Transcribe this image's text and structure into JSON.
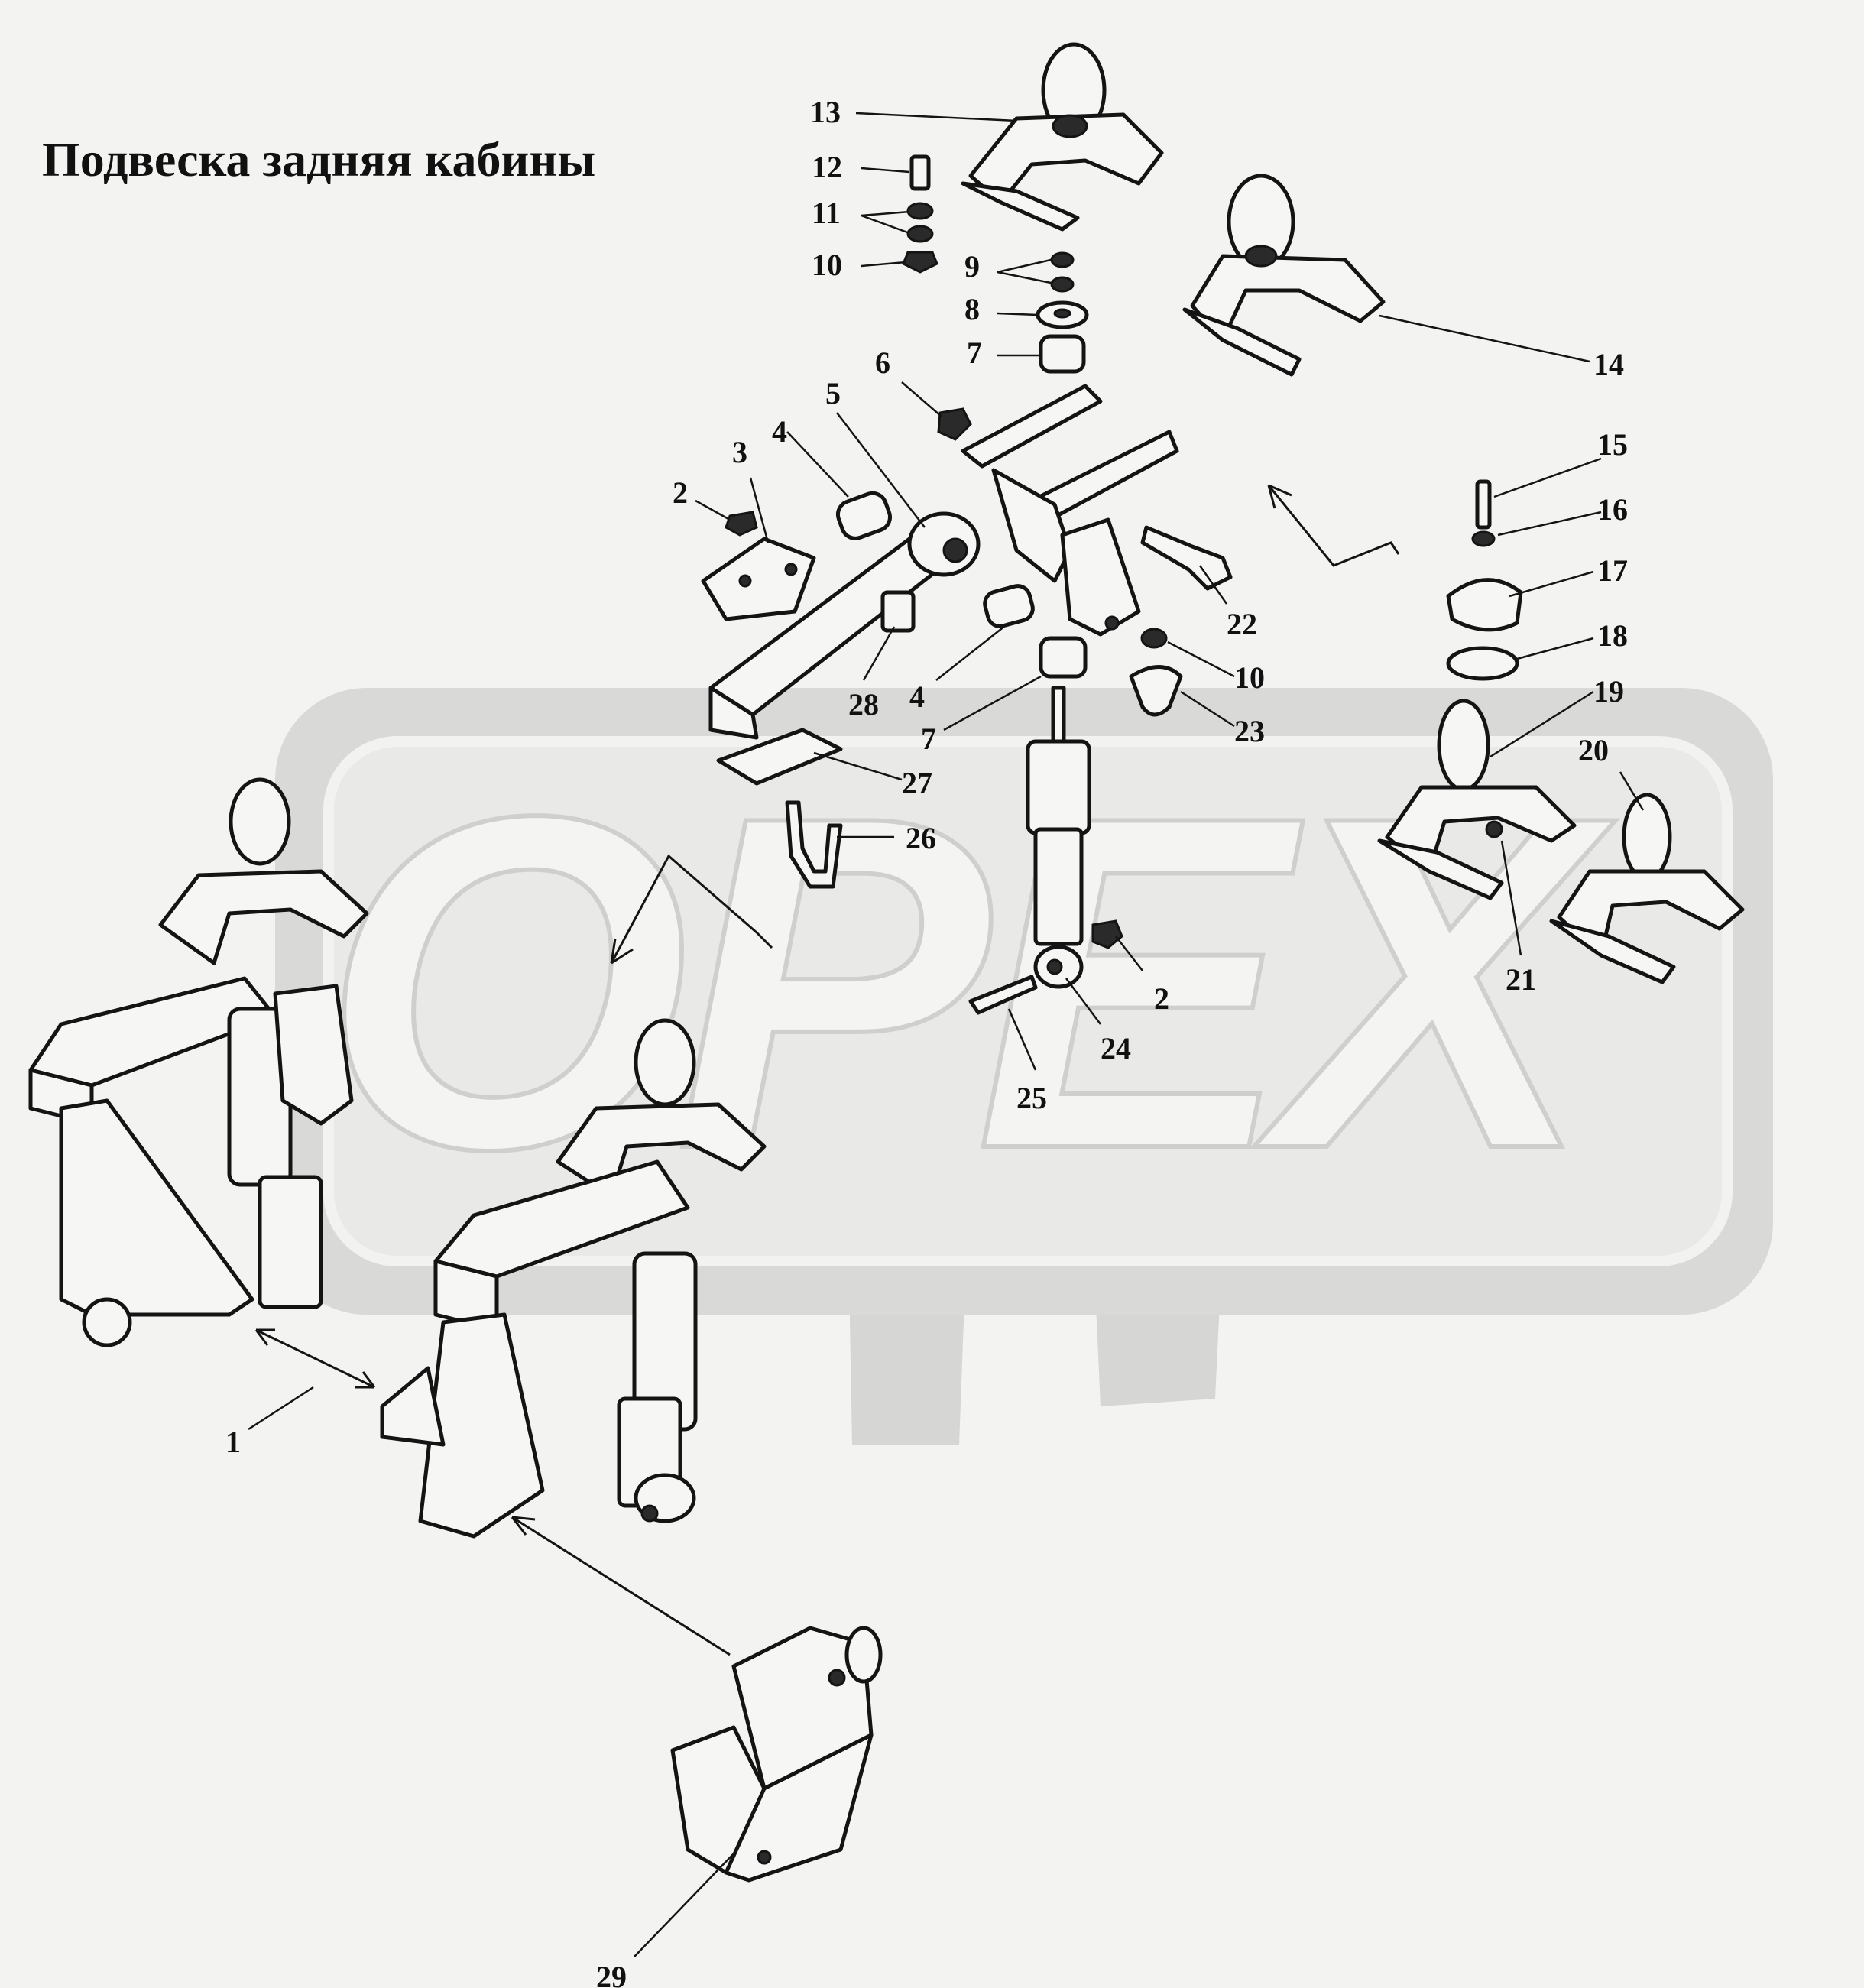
{
  "title": "Подвеска задняя кабины",
  "watermark": {
    "text": "OPEX",
    "color": "#d6d6d4"
  },
  "callouts": [
    {
      "id": "c1",
      "text": "1"
    },
    {
      "id": "c2a",
      "text": "2"
    },
    {
      "id": "c2b",
      "text": "2"
    },
    {
      "id": "c3",
      "text": "3"
    },
    {
      "id": "c4a",
      "text": "4"
    },
    {
      "id": "c4b",
      "text": "4"
    },
    {
      "id": "c5",
      "text": "5"
    },
    {
      "id": "c6",
      "text": "6"
    },
    {
      "id": "c7a",
      "text": "7"
    },
    {
      "id": "c7b",
      "text": "7"
    },
    {
      "id": "c8",
      "text": "8"
    },
    {
      "id": "c9",
      "text": "9"
    },
    {
      "id": "c10a",
      "text": "10"
    },
    {
      "id": "c10b",
      "text": "10"
    },
    {
      "id": "c11",
      "text": "11"
    },
    {
      "id": "c12",
      "text": "12"
    },
    {
      "id": "c13",
      "text": "13"
    },
    {
      "id": "c14",
      "text": "14"
    },
    {
      "id": "c15",
      "text": "15"
    },
    {
      "id": "c16",
      "text": "16"
    },
    {
      "id": "c17",
      "text": "17"
    },
    {
      "id": "c18",
      "text": "18"
    },
    {
      "id": "c19",
      "text": "19"
    },
    {
      "id": "c20",
      "text": "20"
    },
    {
      "id": "c21",
      "text": "21"
    },
    {
      "id": "c22",
      "text": "22"
    },
    {
      "id": "c23",
      "text": "23"
    },
    {
      "id": "c24",
      "text": "24"
    },
    {
      "id": "c25",
      "text": "25"
    },
    {
      "id": "c26",
      "text": "26"
    },
    {
      "id": "c27",
      "text": "27"
    },
    {
      "id": "c28",
      "text": "28"
    },
    {
      "id": "c29",
      "text": "29"
    }
  ]
}
